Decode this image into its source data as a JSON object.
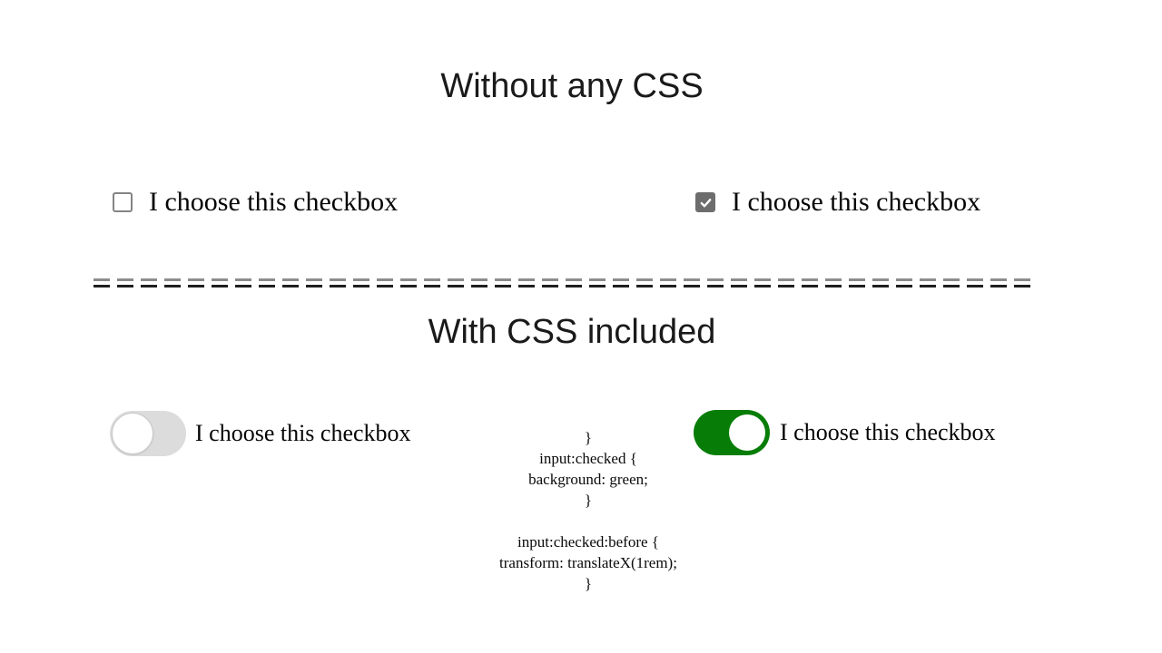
{
  "sections": {
    "no_css": {
      "heading": "Without any CSS",
      "left_checkbox": {
        "label": "I choose this checkbox",
        "checked": false
      },
      "right_checkbox": {
        "label": "I choose this checkbox",
        "checked": true
      }
    },
    "with_css": {
      "heading": "With CSS included",
      "left_toggle": {
        "label": "I choose this checkbox",
        "checked": false
      },
      "right_toggle": {
        "label": "I choose this checkbox",
        "checked": true
      },
      "code_snippet": "}\ninput:checked {\nbackground: green;\n}\n\ninput:checked:before {\ntransform: translateX(1rem);\n}"
    }
  },
  "colors": {
    "toggle_on": "#077d07",
    "toggle_off": "#dcdcdc",
    "knob": "#ffffff",
    "checkbox_checked_fill": "#6d6d6d",
    "separator_top": "#8c8c8c",
    "separator_bottom": "#1f1f1f"
  }
}
